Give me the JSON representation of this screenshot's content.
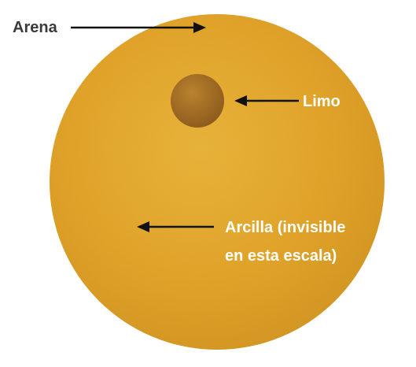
{
  "diagram": {
    "labels": {
      "sand": "Arena",
      "silt": "Limo",
      "clay_line1": "Arcilla (invisible",
      "clay_line2": "en esta escala)"
    },
    "colors": {
      "sand_fill": "#e3a327",
      "sand_fill_light": "#eab43a",
      "sand_fill_dark": "#d39420",
      "silt_fill": "#a06a22",
      "silt_fill_light": "#b8822e",
      "sand_label_text": "#3a3a3a",
      "overlay_label_text": "#ffffff",
      "arrow_black": "#111111"
    }
  }
}
